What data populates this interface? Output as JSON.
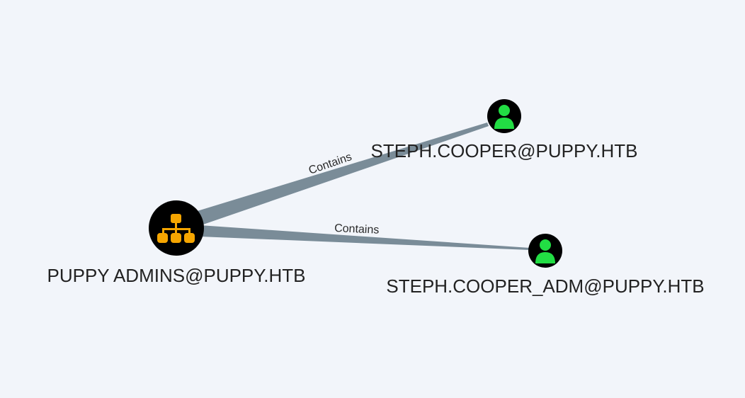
{
  "graph": {
    "background": "#f2f5fa",
    "edge_color": "#7a8c98",
    "nodes": [
      {
        "id": "group",
        "label": "PUPPY ADMINS@PUPPY.HTB",
        "type": "group",
        "icon": "sitemap-icon",
        "icon_color": "#f5a500"
      },
      {
        "id": "user1",
        "label": "STEPH.COOPER@PUPPY.HTB",
        "type": "user",
        "icon": "user-icon",
        "icon_color": "#22dd44"
      },
      {
        "id": "user2",
        "label": "STEPH.COOPER_ADM@PUPPY.HTB",
        "type": "user",
        "icon": "user-icon",
        "icon_color": "#22dd44"
      }
    ],
    "edges": [
      {
        "source": "group",
        "target": "user1",
        "label": "Contains"
      },
      {
        "source": "group",
        "target": "user2",
        "label": "Contains"
      }
    ]
  }
}
